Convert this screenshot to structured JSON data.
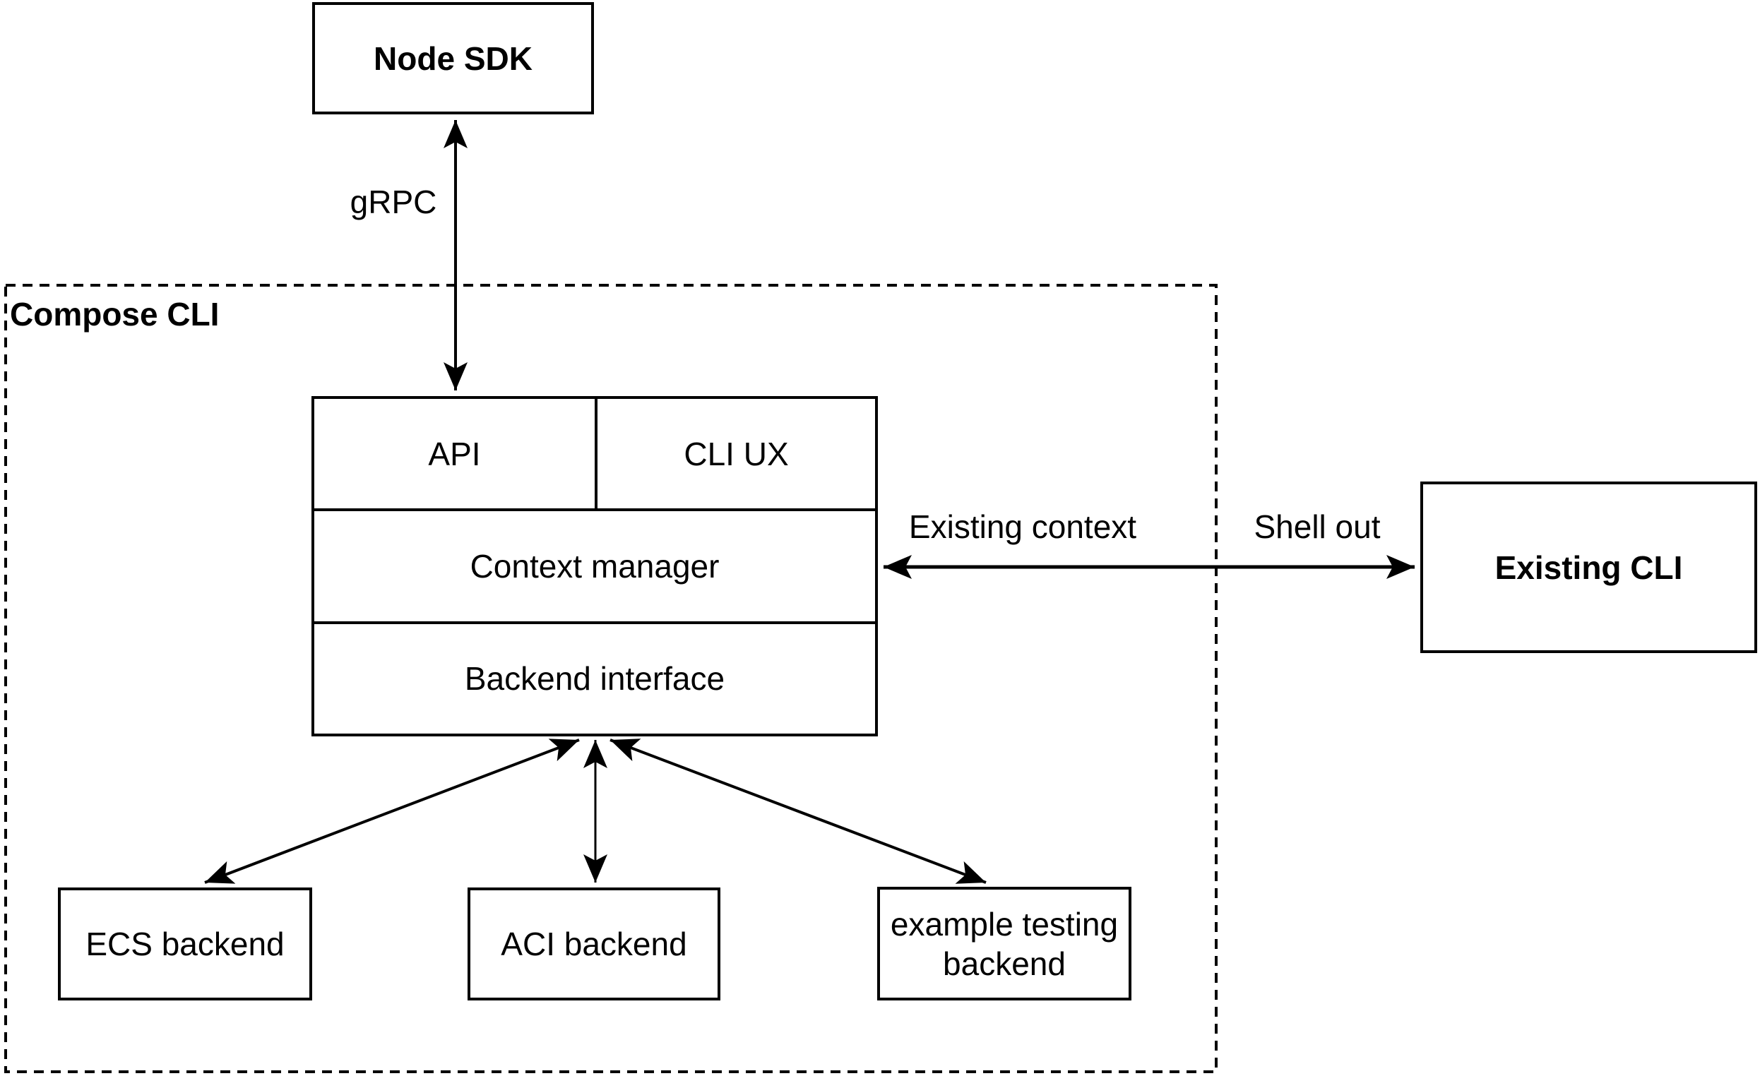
{
  "nodes": {
    "node_sdk": {
      "label": "Node SDK"
    },
    "compose_cli": {
      "label": "Compose CLI"
    },
    "api": {
      "label": "API"
    },
    "cli_ux": {
      "label": "CLI UX"
    },
    "context_manager": {
      "label": "Context manager"
    },
    "backend_interface": {
      "label": "Backend interface"
    },
    "existing_cli": {
      "label": "Existing CLI"
    },
    "ecs_backend": {
      "label": "ECS backend"
    },
    "aci_backend": {
      "label": "ACI backend"
    },
    "example_testing_backend": {
      "line1": "example testing",
      "line2": "backend"
    }
  },
  "edges": {
    "grpc": {
      "label": "gRPC"
    },
    "existing_context": {
      "label": "Existing context"
    },
    "shell_out": {
      "label": "Shell out"
    }
  },
  "colors": {
    "line": "#000000",
    "background": "#ffffff",
    "text": "#000000"
  }
}
